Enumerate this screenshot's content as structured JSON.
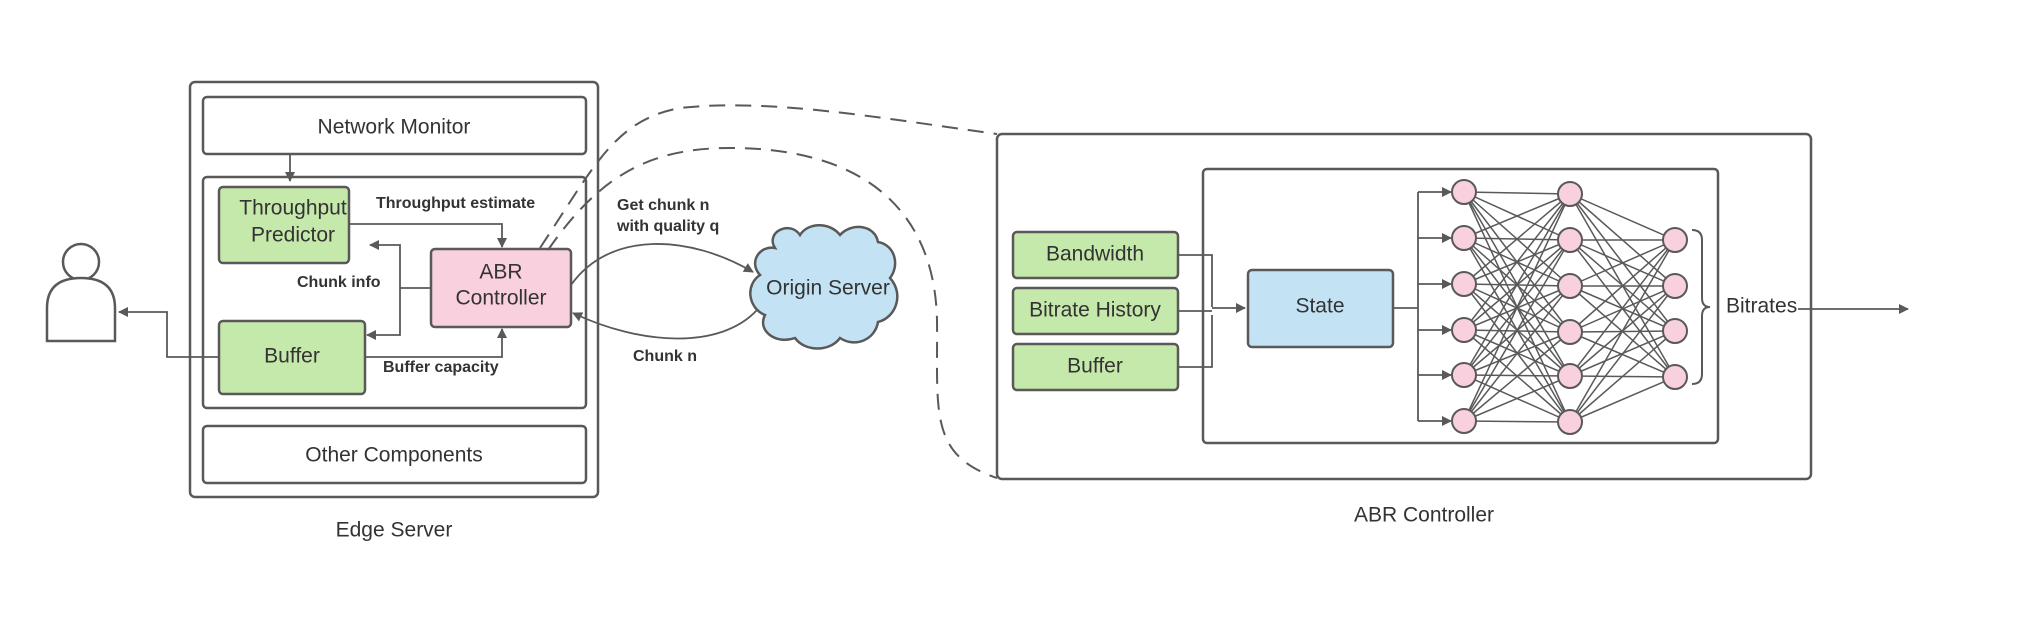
{
  "edge_server": {
    "caption": "Edge Server",
    "network_monitor": "Network Monitor",
    "throughput_predictor": [
      "Throughput",
      "Predictor"
    ],
    "buffer": "Buffer",
    "abr_controller": [
      "ABR",
      "Controller"
    ],
    "other_components": "Other Components",
    "labels": {
      "throughput_estimate": "Throughput estimate",
      "chunk_info": "Chunk info",
      "buffer_capacity": "Buffer capacity"
    }
  },
  "origin": {
    "name": "Origin Server",
    "request_label": [
      "Get chunk n",
      "with quality q"
    ],
    "response_label": "Chunk n"
  },
  "abr_detail": {
    "caption": "ABR Controller",
    "inputs": [
      "Bandwidth",
      "Bitrate History",
      "Buffer"
    ],
    "state": "State",
    "output": "Bitrates"
  },
  "colors": {
    "green": "#c5e8ab",
    "pink": "#f9d0dd",
    "blue": "#c3e3f5",
    "stroke": "#595959"
  },
  "icons": {
    "user": "person-icon",
    "cloud": "cloud-icon",
    "network": "neural-network-icon"
  },
  "network": {
    "layer_sizes": [
      6,
      6,
      4
    ]
  }
}
